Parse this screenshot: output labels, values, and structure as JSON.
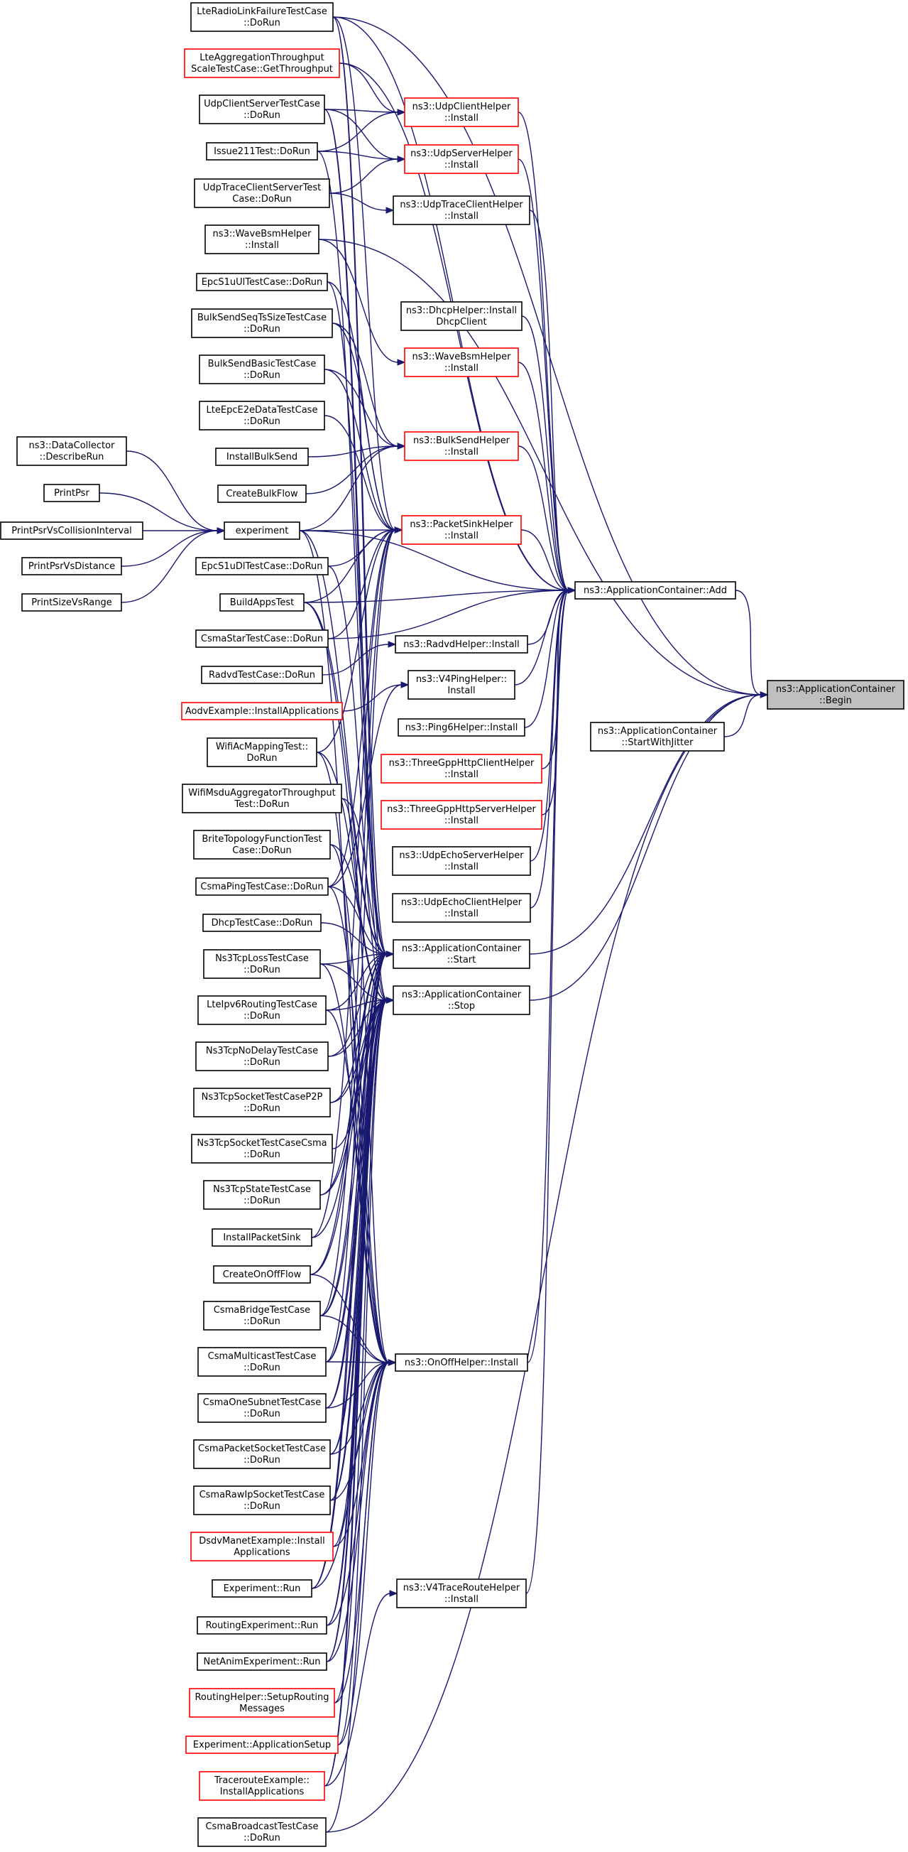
{
  "target": "ns3::ApplicationContainer::Begin",
  "colors": {
    "edge": "#191970",
    "border_normal": "#000000",
    "border_truncated": "#ff0000",
    "focus_fill": "#bfbfbf"
  },
  "nodes": [
    {
      "id": "begin",
      "lines": [
        "ns3::ApplicationContainer",
        "::Begin"
      ],
      "style": "focus"
    },
    {
      "id": "add",
      "lines": [
        "ns3::ApplicationContainer::Add"
      ],
      "style": "normal"
    },
    {
      "id": "startwithjitter",
      "lines": [
        "ns3::ApplicationContainer",
        "::StartWithJitter"
      ],
      "style": "normal"
    },
    {
      "id": "udpclienthelper",
      "lines": [
        "ns3::UdpClientHelper",
        "::Install"
      ],
      "style": "red"
    },
    {
      "id": "udpserverhelper",
      "lines": [
        "ns3::UdpServerHelper",
        "::Install"
      ],
      "style": "red"
    },
    {
      "id": "udptraceclienthelper",
      "lines": [
        "ns3::UdpTraceClientHelper",
        "::Install"
      ],
      "style": "normal"
    },
    {
      "id": "dhcphelper",
      "lines": [
        "ns3::DhcpHelper::Install",
        "DhcpClient"
      ],
      "style": "normal"
    },
    {
      "id": "wavebsmhelper2",
      "lines": [
        "ns3::WaveBsmHelper",
        "::Install"
      ],
      "style": "red"
    },
    {
      "id": "bulksendhelper",
      "lines": [
        "ns3::BulkSendHelper",
        "::Install"
      ],
      "style": "red"
    },
    {
      "id": "packetsinkhelper",
      "lines": [
        "ns3::PacketSinkHelper",
        "::Install"
      ],
      "style": "red"
    },
    {
      "id": "radvdhelper",
      "lines": [
        "ns3::RadvdHelper::Install"
      ],
      "style": "normal"
    },
    {
      "id": "v4pinghelper",
      "lines": [
        "ns3::V4PingHelper::",
        "Install"
      ],
      "style": "normal"
    },
    {
      "id": "ping6helper",
      "lines": [
        "ns3::Ping6Helper::Install"
      ],
      "style": "normal"
    },
    {
      "id": "threegppclient",
      "lines": [
        "ns3::ThreeGppHttpClientHelper",
        "::Install"
      ],
      "style": "red"
    },
    {
      "id": "threegppserver",
      "lines": [
        "ns3::ThreeGppHttpServerHelper",
        "::Install"
      ],
      "style": "red"
    },
    {
      "id": "udpechoserver",
      "lines": [
        "ns3::UdpEchoServerHelper",
        "::Install"
      ],
      "style": "normal"
    },
    {
      "id": "udpechoclient",
      "lines": [
        "ns3::UdpEchoClientHelper",
        "::Install"
      ],
      "style": "normal"
    },
    {
      "id": "appstart",
      "lines": [
        "ns3::ApplicationContainer",
        "::Start"
      ],
      "style": "normal"
    },
    {
      "id": "appstop",
      "lines": [
        "ns3::ApplicationContainer",
        "::Stop"
      ],
      "style": "normal"
    },
    {
      "id": "onoffhelper",
      "lines": [
        "ns3::OnOffHelper::Install"
      ],
      "style": "normal"
    },
    {
      "id": "v4traceroute",
      "lines": [
        "ns3::V4TraceRouteHelper",
        "::Install"
      ],
      "style": "normal"
    },
    {
      "id": "lteradiolink",
      "lines": [
        "LteRadioLinkFailureTestCase",
        "::DoRun"
      ],
      "style": "normal"
    },
    {
      "id": "lteaggregation",
      "lines": [
        "LteAggregationThroughput",
        "ScaleTestCase::GetThroughput"
      ],
      "style": "red"
    },
    {
      "id": "udpclientserver",
      "lines": [
        "UdpClientServerTestCase",
        "::DoRun"
      ],
      "style": "normal"
    },
    {
      "id": "issue211",
      "lines": [
        "Issue211Test::DoRun"
      ],
      "style": "normal"
    },
    {
      "id": "udptraceclientserver",
      "lines": [
        "UdpTraceClientServerTest",
        "Case::DoRun"
      ],
      "style": "normal"
    },
    {
      "id": "wavebsmhelper1",
      "lines": [
        "ns3::WaveBsmHelper",
        "::Install"
      ],
      "style": "normal"
    },
    {
      "id": "epcs1uul",
      "lines": [
        "EpcS1uUlTestCase::DoRun"
      ],
      "style": "normal"
    },
    {
      "id": "bulksendseq",
      "lines": [
        "BulkSendSeqTsSizeTestCase",
        "::DoRun"
      ],
      "style": "normal"
    },
    {
      "id": "bulksendbasic",
      "lines": [
        "BulkSendBasicTestCase",
        "::DoRun"
      ],
      "style": "normal"
    },
    {
      "id": "lteepce2e",
      "lines": [
        "LteEpcE2eDataTestCase",
        "::DoRun"
      ],
      "style": "normal"
    },
    {
      "id": "installbulksend",
      "lines": [
        "InstallBulkSend"
      ],
      "style": "normal"
    },
    {
      "id": "createbulkflow",
      "lines": [
        "CreateBulkFlow"
      ],
      "style": "normal"
    },
    {
      "id": "experiment",
      "lines": [
        "experiment"
      ],
      "style": "normal"
    },
    {
      "id": "epcs1udl",
      "lines": [
        "EpcS1uDlTestCase::DoRun"
      ],
      "style": "normal"
    },
    {
      "id": "buildappstest",
      "lines": [
        "BuildAppsTest"
      ],
      "style": "normal"
    },
    {
      "id": "csmastar",
      "lines": [
        "CsmaStarTestCase::DoRun"
      ],
      "style": "normal"
    },
    {
      "id": "radvdtest",
      "lines": [
        "RadvdTestCase::DoRun"
      ],
      "style": "normal"
    },
    {
      "id": "aodvexample",
      "lines": [
        "AodvExample::InstallApplications"
      ],
      "style": "red"
    },
    {
      "id": "wifiacmapping",
      "lines": [
        "WifiAcMappingTest::",
        "DoRun"
      ],
      "style": "normal"
    },
    {
      "id": "wifimsdu",
      "lines": [
        "WifiMsduAggregatorThroughput",
        "Test::DoRun"
      ],
      "style": "normal"
    },
    {
      "id": "britetopology",
      "lines": [
        "BriteTopologyFunctionTest",
        "Case::DoRun"
      ],
      "style": "normal"
    },
    {
      "id": "csmaping",
      "lines": [
        "CsmaPingTestCase::DoRun"
      ],
      "style": "normal"
    },
    {
      "id": "dhcptest",
      "lines": [
        "DhcpTestCase::DoRun"
      ],
      "style": "normal"
    },
    {
      "id": "ns3tcploss",
      "lines": [
        "Ns3TcpLossTestCase",
        "::DoRun"
      ],
      "style": "normal"
    },
    {
      "id": "lteipv6routing",
      "lines": [
        "LteIpv6RoutingTestCase",
        "::DoRun"
      ],
      "style": "normal"
    },
    {
      "id": "ns3tcpnodelay",
      "lines": [
        "Ns3TcpNoDelayTestCase",
        "::DoRun"
      ],
      "style": "normal"
    },
    {
      "id": "ns3tcpsocketp2p",
      "lines": [
        "Ns3TcpSocketTestCaseP2P",
        "::DoRun"
      ],
      "style": "normal"
    },
    {
      "id": "ns3tcpsocketcsma",
      "lines": [
        "Ns3TcpSocketTestCaseCsma",
        "::DoRun"
      ],
      "style": "normal"
    },
    {
      "id": "ns3tcpstate",
      "lines": [
        "Ns3TcpStateTestCase",
        "::DoRun"
      ],
      "style": "normal"
    },
    {
      "id": "installpacketsink",
      "lines": [
        "InstallPacketSink"
      ],
      "style": "normal"
    },
    {
      "id": "createonoffflow",
      "lines": [
        "CreateOnOffFlow"
      ],
      "style": "normal"
    },
    {
      "id": "csmabridge",
      "lines": [
        "CsmaBridgeTestCase",
        "::DoRun"
      ],
      "style": "normal"
    },
    {
      "id": "csmamulticast",
      "lines": [
        "CsmaMulticastTestCase",
        "::DoRun"
      ],
      "style": "normal"
    },
    {
      "id": "csmaonesubnet",
      "lines": [
        "CsmaOneSubnetTestCase",
        "::DoRun"
      ],
      "style": "normal"
    },
    {
      "id": "csmapacketsocket",
      "lines": [
        "CsmaPacketSocketTestCase",
        "::DoRun"
      ],
      "style": "normal"
    },
    {
      "id": "csmarawip",
      "lines": [
        "CsmaRawIpSocketTestCase",
        "::DoRun"
      ],
      "style": "normal"
    },
    {
      "id": "dsdvmanet",
      "lines": [
        "DsdvManetExample::Install",
        "Applications"
      ],
      "style": "red"
    },
    {
      "id": "experimentrun",
      "lines": [
        "Experiment::Run"
      ],
      "style": "normal"
    },
    {
      "id": "routingexperiment",
      "lines": [
        "RoutingExperiment::Run"
      ],
      "style": "normal"
    },
    {
      "id": "netanim",
      "lines": [
        "NetAnimExperiment::Run"
      ],
      "style": "normal"
    },
    {
      "id": "routinghelper",
      "lines": [
        "RoutingHelper::SetupRouting",
        "Messages"
      ],
      "style": "red"
    },
    {
      "id": "experimentappsetup",
      "lines": [
        "Experiment::ApplicationSetup"
      ],
      "style": "red"
    },
    {
      "id": "tracerouteexample",
      "lines": [
        "TracerouteExample::",
        "InstallApplications"
      ],
      "style": "red"
    },
    {
      "id": "csmabroadcast",
      "lines": [
        "CsmaBroadcastTestCase",
        "::DoRun"
      ],
      "style": "normal"
    },
    {
      "id": "datacollector",
      "lines": [
        "ns3::DataCollector",
        "::DescribeRun"
      ],
      "style": "normal"
    },
    {
      "id": "printpsr",
      "lines": [
        "PrintPsr"
      ],
      "style": "normal"
    },
    {
      "id": "printpsrcollision",
      "lines": [
        "PrintPsrVsCollisionInterval"
      ],
      "style": "normal"
    },
    {
      "id": "printpsrdistance",
      "lines": [
        "PrintPsrVsDistance"
      ],
      "style": "normal"
    },
    {
      "id": "printsizerange",
      "lines": [
        "PrintSizeVsRange"
      ],
      "style": "normal"
    }
  ],
  "edges": [
    [
      "add",
      "begin"
    ],
    [
      "startwithjitter",
      "begin"
    ],
    [
      "appstart",
      "begin"
    ],
    [
      "appstop",
      "begin"
    ],
    [
      "lteradiolink",
      "begin"
    ],
    [
      "wavebsmhelper1",
      "begin"
    ],
    [
      "csmabroadcast",
      "begin"
    ],
    [
      "udpclienthelper",
      "add"
    ],
    [
      "udpserverhelper",
      "add"
    ],
    [
      "udptraceclienthelper",
      "add"
    ],
    [
      "dhcphelper",
      "add"
    ],
    [
      "wavebsmhelper2",
      "add"
    ],
    [
      "bulksendhelper",
      "add"
    ],
    [
      "packetsinkhelper",
      "add"
    ],
    [
      "radvdhelper",
      "add"
    ],
    [
      "v4pinghelper",
      "add"
    ],
    [
      "ping6helper",
      "add"
    ],
    [
      "threegppclient",
      "add"
    ],
    [
      "threegppserver",
      "add"
    ],
    [
      "udpechoserver",
      "add"
    ],
    [
      "udpechoclient",
      "add"
    ],
    [
      "onoffhelper",
      "add"
    ],
    [
      "v4traceroute",
      "add"
    ],
    [
      "lteradiolink",
      "add"
    ],
    [
      "lteaggregation",
      "add"
    ],
    [
      "experiment",
      "add"
    ],
    [
      "buildappstest",
      "add"
    ],
    [
      "csmastar",
      "add"
    ],
    [
      "udpclientserver",
      "udpclienthelper"
    ],
    [
      "issue211",
      "udpclienthelper"
    ],
    [
      "lteaggregation",
      "udpclienthelper"
    ],
    [
      "udpclientserver",
      "udpserverhelper"
    ],
    [
      "issue211",
      "udpserverhelper"
    ],
    [
      "udptraceclientserver",
      "udpserverhelper"
    ],
    [
      "udptraceclientserver",
      "udptraceclienthelper"
    ],
    [
      "wavebsmhelper1",
      "wavebsmhelper2"
    ],
    [
      "bulksendseq",
      "bulksendhelper"
    ],
    [
      "bulksendbasic",
      "bulksendhelper"
    ],
    [
      "installbulksend",
      "bulksendhelper"
    ],
    [
      "createbulkflow",
      "bulksendhelper"
    ],
    [
      "experiment",
      "bulksendhelper"
    ],
    [
      "lteradiolink",
      "packetsinkhelper"
    ],
    [
      "epcs1uul",
      "packetsinkhelper"
    ],
    [
      "bulksendseq",
      "packetsinkhelper"
    ],
    [
      "bulksendbasic",
      "packetsinkhelper"
    ],
    [
      "lteepce2e",
      "packetsinkhelper"
    ],
    [
      "experiment",
      "packetsinkhelper"
    ],
    [
      "epcs1udl",
      "packetsinkhelper"
    ],
    [
      "buildappstest",
      "packetsinkhelper"
    ],
    [
      "csmastar",
      "packetsinkhelper"
    ],
    [
      "wifiacmapping",
      "packetsinkhelper"
    ],
    [
      "csmaping",
      "packetsinkhelper"
    ],
    [
      "installpacketsink",
      "packetsinkhelper"
    ],
    [
      "csmabridge",
      "packetsinkhelper"
    ],
    [
      "csmamulticast",
      "packetsinkhelper"
    ],
    [
      "radvdtest",
      "radvdhelper"
    ],
    [
      "aodvexample",
      "v4pinghelper"
    ],
    [
      "csmaping",
      "v4pinghelper"
    ],
    [
      "lteradiolink",
      "appstart"
    ],
    [
      "udpclientserver",
      "appstart"
    ],
    [
      "issue211",
      "appstart"
    ],
    [
      "epcs1uul",
      "appstart"
    ],
    [
      "experiment",
      "appstart"
    ],
    [
      "buildappstest",
      "appstart"
    ],
    [
      "dhcptest",
      "appstart"
    ],
    [
      "ns3tcploss",
      "appstart"
    ],
    [
      "lteipv6routing",
      "appstart"
    ],
    [
      "ns3tcpnodelay",
      "appstart"
    ],
    [
      "ns3tcpsocketp2p",
      "appstart"
    ],
    [
      "ns3tcpstate",
      "appstart"
    ],
    [
      "csmabridge",
      "appstart"
    ],
    [
      "csmamulticast",
      "appstart"
    ],
    [
      "csmaonesubnet",
      "appstart"
    ],
    [
      "csmapacketsocket",
      "appstart"
    ],
    [
      "csmarawip",
      "appstart"
    ],
    [
      "experimentrun",
      "appstart"
    ],
    [
      "routingexperiment",
      "appstart"
    ],
    [
      "netanim",
      "appstart"
    ],
    [
      "tracerouteexample",
      "appstart"
    ],
    [
      "csmaping",
      "appstart"
    ],
    [
      "createonoffflow",
      "appstart"
    ],
    [
      "wifimsdu",
      "appstart"
    ],
    [
      "lteradiolink",
      "appstop"
    ],
    [
      "udpclientserver",
      "appstop"
    ],
    [
      "epcs1udl",
      "appstop"
    ],
    [
      "buildappstest",
      "appstop"
    ],
    [
      "wifiacmapping",
      "appstop"
    ],
    [
      "britetopology",
      "appstop"
    ],
    [
      "ns3tcploss",
      "appstop"
    ],
    [
      "lteipv6routing",
      "appstop"
    ],
    [
      "ns3tcpnodelay",
      "appstop"
    ],
    [
      "ns3tcpsocketp2p",
      "appstop"
    ],
    [
      "ns3tcpsocketcsma",
      "appstop"
    ],
    [
      "ns3tcpstate",
      "appstop"
    ],
    [
      "installpacketsink",
      "appstop"
    ],
    [
      "createonoffflow",
      "appstop"
    ],
    [
      "csmabridge",
      "appstop"
    ],
    [
      "csmamulticast",
      "appstop"
    ],
    [
      "csmaonesubnet",
      "appstop"
    ],
    [
      "csmapacketsocket",
      "appstop"
    ],
    [
      "csmarawip",
      "appstop"
    ],
    [
      "dsdvmanet",
      "appstop"
    ],
    [
      "experimentrun",
      "appstop"
    ],
    [
      "routingexperiment",
      "appstop"
    ],
    [
      "netanim",
      "appstop"
    ],
    [
      "routinghelper",
      "appstop"
    ],
    [
      "experimentappsetup",
      "appstop"
    ],
    [
      "tracerouteexample",
      "appstop"
    ],
    [
      "experiment",
      "onoffhelper"
    ],
    [
      "wifiacmapping",
      "onoffhelper"
    ],
    [
      "wifimsdu",
      "onoffhelper"
    ],
    [
      "britetopology",
      "onoffhelper"
    ],
    [
      "csmaping",
      "onoffhelper"
    ],
    [
      "ns3tcploss",
      "onoffhelper"
    ],
    [
      "lteipv6routing",
      "onoffhelper"
    ],
    [
      "createonoffflow",
      "onoffhelper"
    ],
    [
      "csmabridge",
      "onoffhelper"
    ],
    [
      "csmamulticast",
      "onoffhelper"
    ],
    [
      "csmaonesubnet",
      "onoffhelper"
    ],
    [
      "csmapacketsocket",
      "onoffhelper"
    ],
    [
      "csmarawip",
      "onoffhelper"
    ],
    [
      "dsdvmanet",
      "onoffhelper"
    ],
    [
      "experimentrun",
      "onoffhelper"
    ],
    [
      "routingexperiment",
      "onoffhelper"
    ],
    [
      "netanim",
      "onoffhelper"
    ],
    [
      "routinghelper",
      "onoffhelper"
    ],
    [
      "experimentappsetup",
      "onoffhelper"
    ],
    [
      "csmabroadcast",
      "onoffhelper"
    ],
    [
      "tracerouteexample",
      "v4traceroute"
    ],
    [
      "datacollector",
      "experiment"
    ],
    [
      "printpsr",
      "experiment"
    ],
    [
      "printpsrcollision",
      "experiment"
    ],
    [
      "printpsrdistance",
      "experiment"
    ],
    [
      "printsizerange",
      "experiment"
    ]
  ]
}
